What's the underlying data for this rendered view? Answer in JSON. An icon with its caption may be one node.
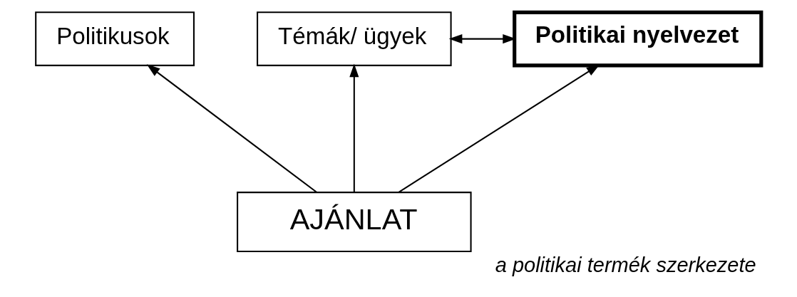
{
  "diagram": {
    "caption": "a politikai termék szerkezete",
    "nodes": [
      {
        "text": [
          "Politikusok"
        ]
      },
      {
        "text": [
          "Témák/ ügyek"
        ]
      },
      {
        "text": [
          "Politikai nyelvezet"
        ]
      },
      {
        "text": [
          "AJÁNLAT"
        ]
      }
    ],
    "edges": [
      {
        "from": 3,
        "to": 0,
        "arrow": "to"
      },
      {
        "from": 3,
        "to": 1,
        "arrow": "to"
      },
      {
        "from": 3,
        "to": 2,
        "arrow": "to"
      },
      {
        "from": 1,
        "to": 2,
        "arrow": "both"
      }
    ]
  }
}
